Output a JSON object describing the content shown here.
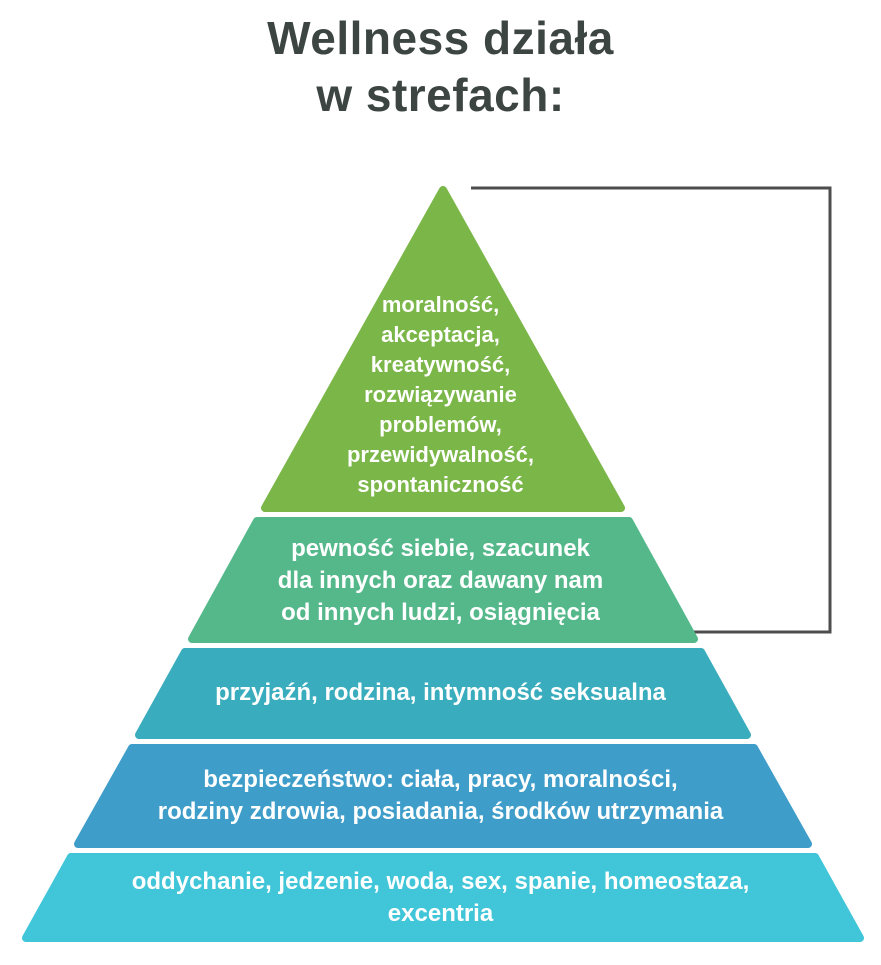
{
  "title": {
    "text": "Wellness działa\nw strefach:",
    "color": "#3d4543"
  },
  "pyramid": {
    "text_color": "#ffffff",
    "bracket_color": "#4d4d4d",
    "levels": [
      {
        "color": "#7ab648",
        "text": "moralność,\nakceptacja,\nkreatywność,\nrozwiązywanie\nproblemów,\nprzewidywalność,\nspontaniczność"
      },
      {
        "color": "#54b88b",
        "text": "pewność siebie, szacunek\ndla innych oraz dawany nam\nod innych ludzi, osiągnięcia"
      },
      {
        "color": "#39adbd",
        "text": "przyjaźń, rodzina, intymność seksualna"
      },
      {
        "color": "#3f9dc9",
        "text": "bezpieczeństwo: ciała, pracy, moralności,\nrodziny zdrowia, posiadania, środków utrzymania"
      },
      {
        "color": "#40c6d8",
        "text": "oddychanie, jedzenie, woda, sex, spanie, homeostaza,\nexcentria"
      }
    ]
  }
}
